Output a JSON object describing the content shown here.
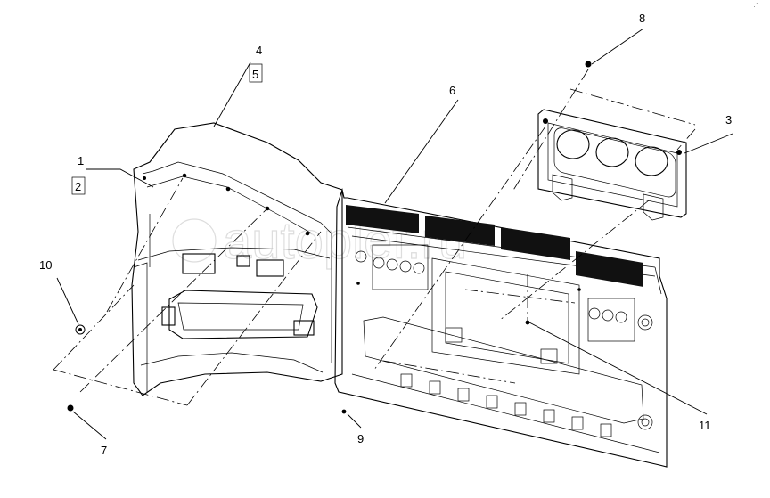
{
  "callouts": [
    "1",
    "2",
    "3",
    "4",
    "5",
    "6",
    "7",
    "8",
    "9",
    "10",
    "11"
  ],
  "watermark": "autoplef.ru",
  "corner_mark": "·´"
}
